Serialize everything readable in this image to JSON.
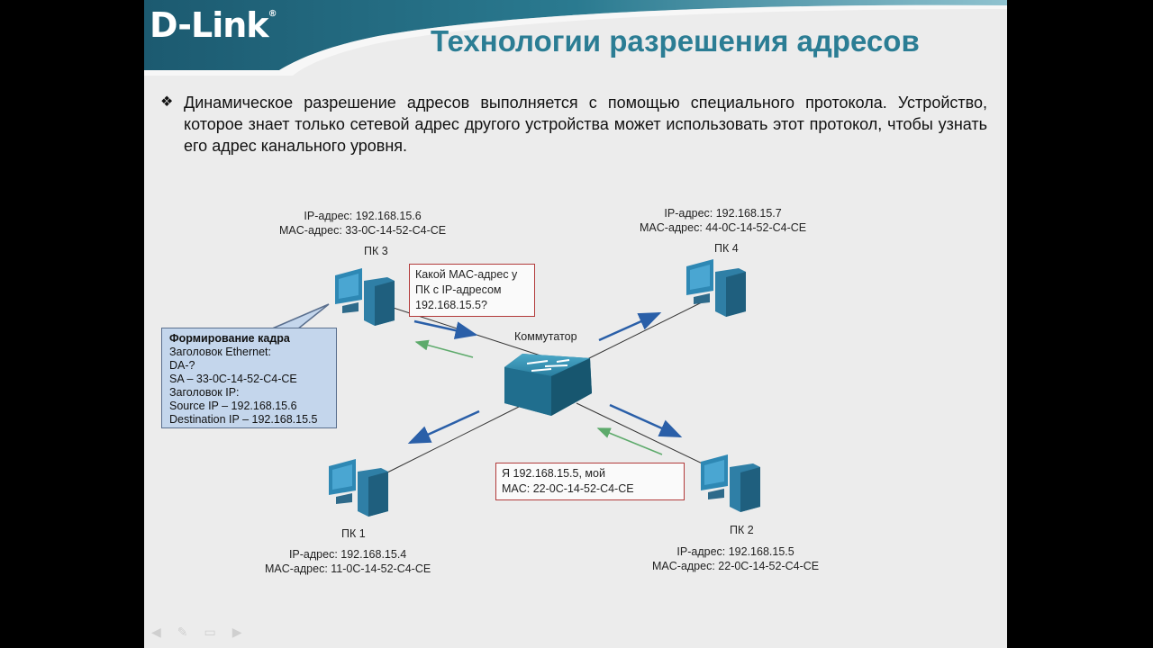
{
  "header": {
    "logo": "D-Link",
    "title": "Технологии разрешения адресов"
  },
  "bullet": {
    "icon": "diamond-bullet-icon",
    "text": "Динамическое разрешение адресов выполняется с помощью специального протокола. Устройство, которое знает только сетевой адрес другого устройства может использовать этот протокол, чтобы узнать его адрес канального уровня."
  },
  "pcs": {
    "pc3": {
      "name": "ПК 3",
      "ip": "IP-адрес: 192.168.15.6",
      "mac": "MAC-адрес: 33-0C-14-52-C4-CE"
    },
    "pc4": {
      "name": "ПК 4",
      "ip": "IP-адрес: 192.168.15.7",
      "mac": "MAC-адрес: 44-0C-14-52-C4-CE"
    },
    "pc1": {
      "name": "ПК 1",
      "ip": "IP-адрес: 192.168.15.4",
      "mac": "MAC-адрес: 11-0C-14-52-C4-CE"
    },
    "pc2": {
      "name": "ПК 2",
      "ip": "IP-адрес: 192.168.15.5",
      "mac": "MAC-адрес: 22-0C-14-52-C4-CE"
    }
  },
  "switch_label": "Коммутатор",
  "request_box": {
    "line1": "Какой MAC-адрес у",
    "line2": "ПК с IP-адресом",
    "line3": "192.168.15.5?"
  },
  "reply_box": {
    "line1": "Я 192.168.15.5, мой",
    "line2": "MAC: 22-0C-14-52-C4-CE"
  },
  "frame_box": {
    "title": "Формирование кадра",
    "line1": "Заголовок Ethernet:",
    "line2": "DA-?",
    "line3": "SA – 33-0C-14-52-C4-CE",
    "line4": "Заголовок IP:",
    "line5": "Source IP – 192.168.15.6",
    "line6": "Destination IP – 192.168.15.5"
  },
  "colors": {
    "brand_teal": "#2b7d94",
    "header_dark": "#1f5f75",
    "request_arrow": "#2a5fa8",
    "reply_arrow": "#5daa6b",
    "box_border": "#b23a3a",
    "frame_fill": "#c4d6ec"
  }
}
